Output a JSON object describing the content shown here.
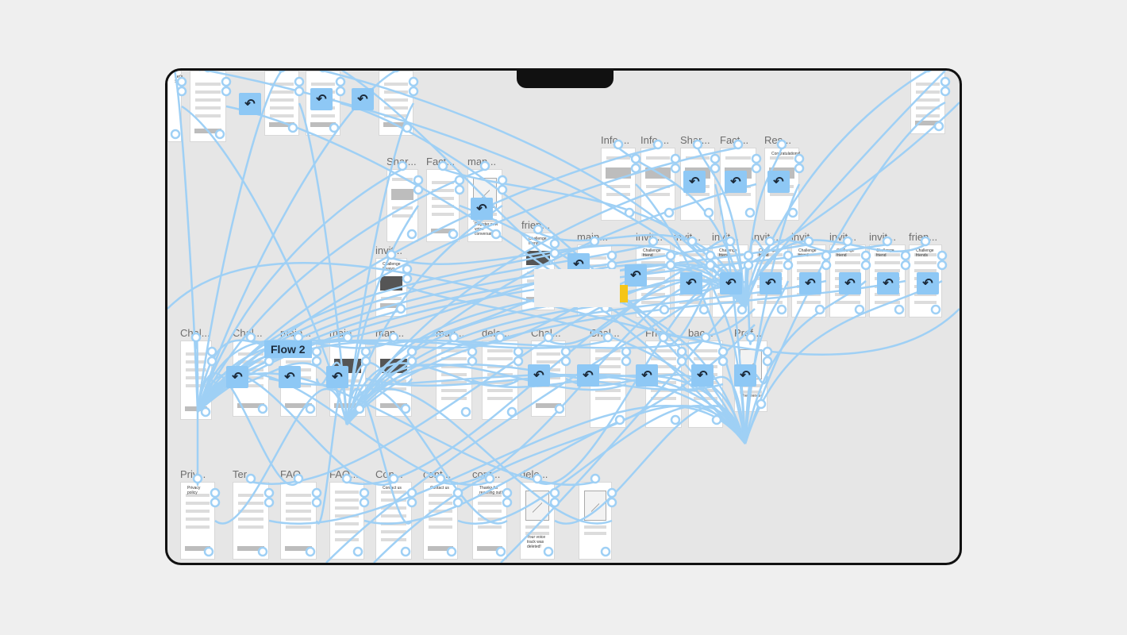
{
  "canvas": {
    "flow_label": "Flow 2",
    "back_icon": "reply-arrow-icon",
    "frames": [
      {
        "title": "",
        "text": "Let's Start"
      },
      {
        "title": "",
        "text": ""
      },
      {
        "title": "",
        "text": ""
      },
      {
        "title": "",
        "text": ""
      },
      {
        "title": "Info ...",
        "text": ""
      },
      {
        "title": "Info ...",
        "text": ""
      },
      {
        "title": "Info ...",
        "text": ""
      },
      {
        "title": "Shar...",
        "text": ""
      },
      {
        "title": "Fact...",
        "text": ""
      },
      {
        "title": "Res...",
        "text": "Congratulations!"
      },
      {
        "title": "Shar...",
        "text": ""
      },
      {
        "title": "Fact...",
        "text": ""
      },
      {
        "title": "man...",
        "text": "Register new voice conversation"
      },
      {
        "title": "frien...",
        "text": "Challenge friend"
      },
      {
        "title": "main...",
        "text": ""
      },
      {
        "title": "invit...",
        "text": "Challenge 8 ways"
      },
      {
        "title": "invit...",
        "text": "Challenge friend"
      },
      {
        "title": "invit...",
        "text": ""
      },
      {
        "title": "invit...",
        "text": "Challenge friend"
      },
      {
        "title": "invit...",
        "text": "Challenge friend"
      },
      {
        "title": "invit...",
        "text": "Challenge friend"
      },
      {
        "title": "invit...",
        "text": "Challenge friend"
      },
      {
        "title": "invit...",
        "text": "Challenge friend"
      },
      {
        "title": "frien...",
        "text": "Challenge friends"
      },
      {
        "title": "Chal...",
        "text": ""
      },
      {
        "title": "Chal...",
        "text": ""
      },
      {
        "title": "main...",
        "text": ""
      },
      {
        "title": "main...",
        "text": ""
      },
      {
        "title": "man...",
        "text": ""
      },
      {
        "title": "man...",
        "text": ""
      },
      {
        "title": "dele...",
        "text": ""
      },
      {
        "title": "Chal...",
        "text": ""
      },
      {
        "title": "Chal...",
        "text": ""
      },
      {
        "title": "Frie...",
        "text": ""
      },
      {
        "title": "bac...",
        "text": ""
      },
      {
        "title": "Pref...",
        "text": "Preferences"
      },
      {
        "title": "Priv...",
        "text": "Privacy policy"
      },
      {
        "title": "Ter...",
        "text": ""
      },
      {
        "title": "FAQ",
        "text": ""
      },
      {
        "title": "FAQ...",
        "text": ""
      },
      {
        "title": "Con...",
        "text": "Contact us"
      },
      {
        "title": "cont...",
        "text": "Contact us"
      },
      {
        "title": "cont...",
        "text": "Thanks for reaching out!"
      },
      {
        "title": "dele...",
        "text": "Your voice track was deleted!"
      },
      {
        "title": "",
        "text": ""
      }
    ]
  },
  "colors": {
    "connector": "#9fd0f5",
    "back_button": "#8ec8f5",
    "canvas_bg": "#e6e6e6",
    "page_bg": "#efefef",
    "highlight": "#f5c518"
  }
}
